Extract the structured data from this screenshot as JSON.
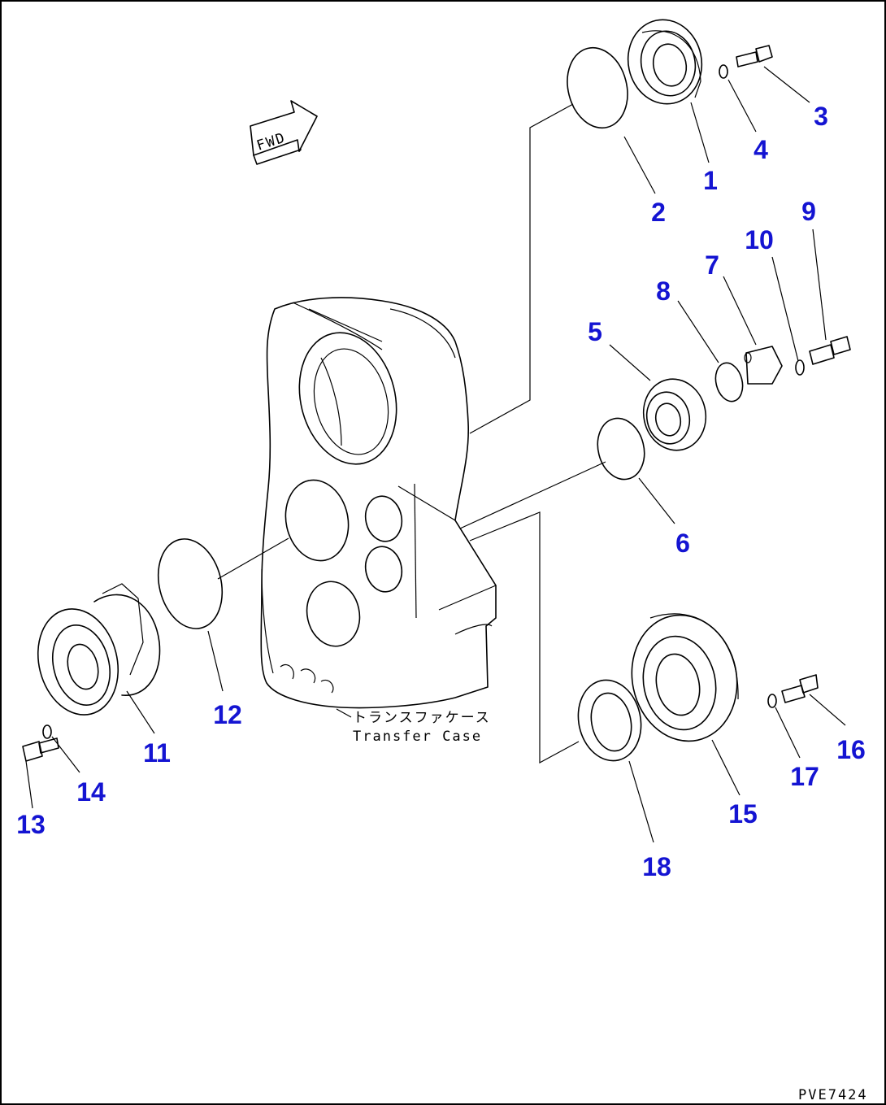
{
  "drawing": {
    "fwd_label": "FWD",
    "code": "PVE7424",
    "case_label_jp": "トランスファケース",
    "case_label_en": "Transfer Case"
  },
  "callouts": [
    "1",
    "2",
    "3",
    "4",
    "5",
    "6",
    "7",
    "8",
    "9",
    "10",
    "11",
    "12",
    "13",
    "14",
    "15",
    "16",
    "17",
    "18"
  ]
}
